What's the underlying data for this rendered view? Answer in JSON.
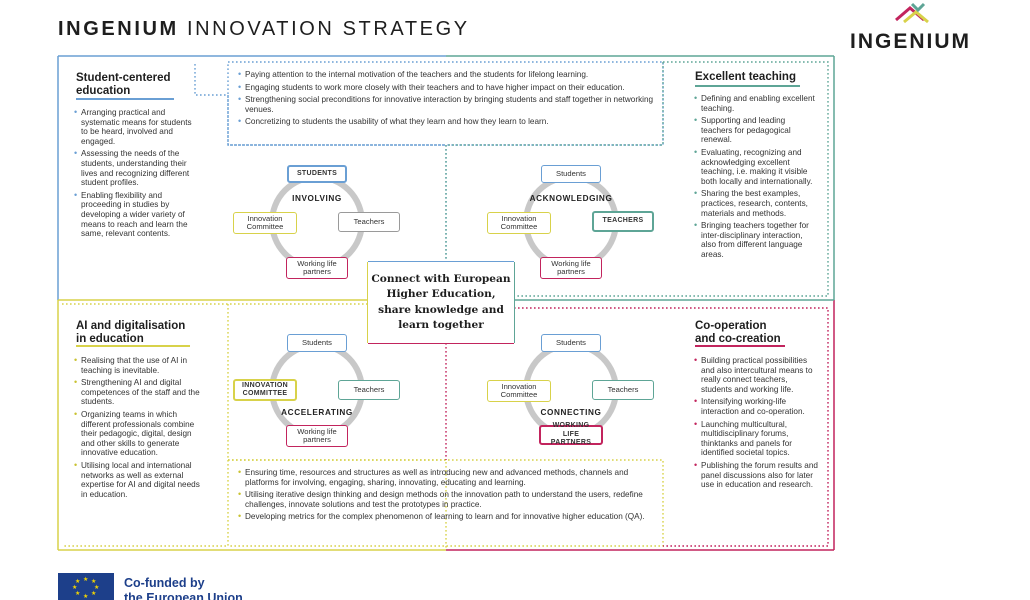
{
  "header": {
    "bold": "INGENIUM",
    "thin": " INNOVATION STRATEGY"
  },
  "logo": {
    "word": "INGENIUM"
  },
  "colors": {
    "blue": "#6a9fd4",
    "green": "#5ea596",
    "yellow": "#d8d24a",
    "pink": "#c2245d",
    "grey": "#c8c8c8"
  },
  "quadrants": {
    "student": {
      "title_line1": "Student-centered",
      "title_line2": "education",
      "items": [
        "Arranging practical and systematic means for students to be heard, involved and engaged.",
        "Assessing the needs of the students, understanding their lives and recognizing different student profiles.",
        "Enabling flexibility and proceeding in studies by developing a wider variety of means to reach and learn the same, relevant contents."
      ]
    },
    "teaching": {
      "title": "Excellent teaching",
      "items": [
        "Defining and enabling excellent teaching.",
        "Supporting and leading teachers for pedagogical renewal.",
        "Evaluating, recognizing and acknowledging excellent teaching, i.e. making it visible both locally and internationally.",
        "Sharing the best examples, practices, research, contents, materials and methods.",
        "Bringing teachers together for inter-disciplinary interaction, also from different language areas."
      ]
    },
    "ai": {
      "title_line1": "AI and digitalisation",
      "title_line2": "in education",
      "items": [
        "Realising that the use of AI in teaching is inevitable.",
        "Strengthening AI and digital competences of the staff and the students.",
        "Organizing teams in which different professionals combine their pedagogic, digital, design and other skills to generate innovative education.",
        "Utilising local and international networks as well as external expertise for AI and digital needs in education."
      ]
    },
    "coop": {
      "title_line1": "Co-operation",
      "title_line2": "and co-creation",
      "items": [
        "Building practical possibilities and also intercultural means to really connect teachers, students and working life.",
        "Intensifying working-life interaction and co-operation.",
        "Launching multicultural, multidisciplinary forums, thinktanks and panels for identified societal topics.",
        "Publishing the forum results and panel discussions also for later use in education and research."
      ]
    }
  },
  "top_items": [
    "Paying attention to the internal motivation of the teachers and the students for lifelong learning.",
    "Engaging students to work more closely with their teachers and to have higher impact on their education.",
    "Strengthening social preconditions for innovative interaction by bringing students and staff together in networking venues.",
    "Concretizing to students the usability of what they learn and how they learn to learn."
  ],
  "bottom_items": [
    "Ensuring time, resources and structures as well as introducing new and advanced methods, channels and platforms for involving, engaging, sharing, innovating, educating and learning.",
    "Utilising iterative design thinking and design methods on the innovation path to understand the users, redefine challenges, innovate solutions and test the prototypes in practice.",
    "Developing metrics for the complex phenomenon of learning to learn and for innovative higher education (QA)."
  ],
  "cycles": {
    "involving": {
      "label": "INVOLVING",
      "top": "STUDENTS",
      "right": "Teachers",
      "bottom": "Working life partners",
      "left": "Innovation Committee"
    },
    "acknowledging": {
      "label": "ACKNOWLEDGING",
      "top": "Students",
      "right": "TEACHERS",
      "bottom": "Working life partners",
      "left": "Innovation Committee"
    },
    "accelerating": {
      "label": "ACCELERATING",
      "top": "Students",
      "right": "Teachers",
      "bottom": "Working life partners",
      "left": "INNOVATION COMMITTEE"
    },
    "connecting": {
      "label": "CONNECTING",
      "top": "Students",
      "right": "Teachers",
      "bottom": "WORKING LIFE PARTNERS",
      "left": "Innovation Committee"
    }
  },
  "center": {
    "line1": "Connect with European",
    "line2": "Higher Education,",
    "line3": "share knowledge and",
    "line4": "learn together"
  },
  "footer": {
    "line1": "Co-funded by",
    "line2": "the European Union"
  }
}
